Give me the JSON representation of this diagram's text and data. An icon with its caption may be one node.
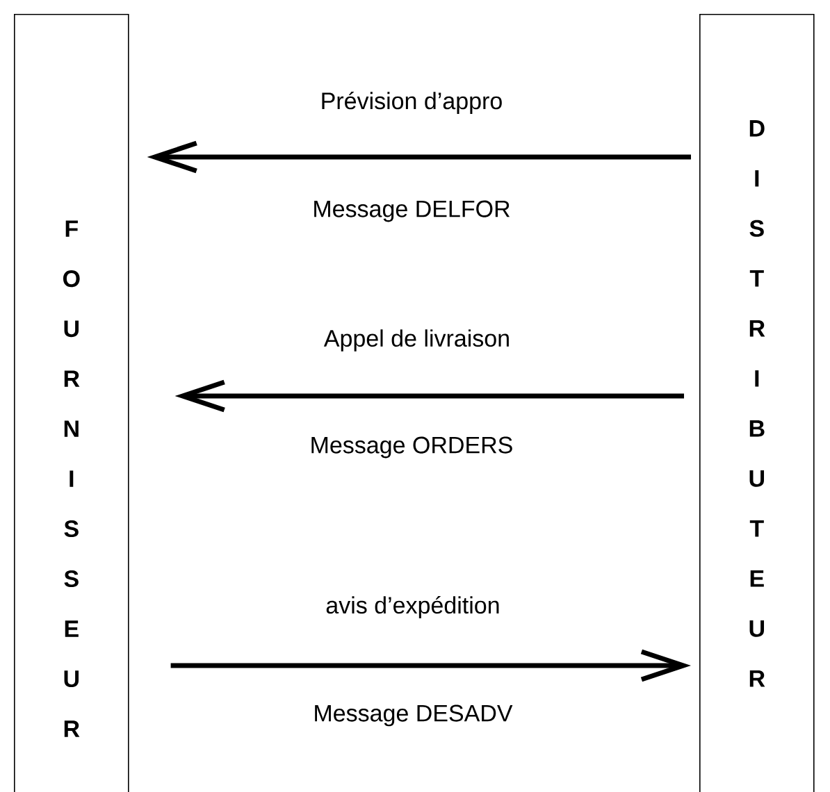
{
  "diagram": {
    "nodes": [
      {
        "text": [
          "FOURNISSEUR"
        ]
      },
      {
        "text": [
          "DISTRIBUTEUR"
        ]
      }
    ],
    "edges": [
      {
        "from": 1,
        "to": 0,
        "arrow": "to",
        "label": "Prévision d’appro"
      },
      {
        "from": 1,
        "to": 0,
        "arrow": "to",
        "label": "Appel de livraison"
      },
      {
        "from": 0,
        "to": 1,
        "arrow": "to",
        "label": "avis d’expédition"
      }
    ],
    "labels": [
      "Message DELFOR",
      "Message ORDERS",
      "Message DESADV"
    ]
  }
}
